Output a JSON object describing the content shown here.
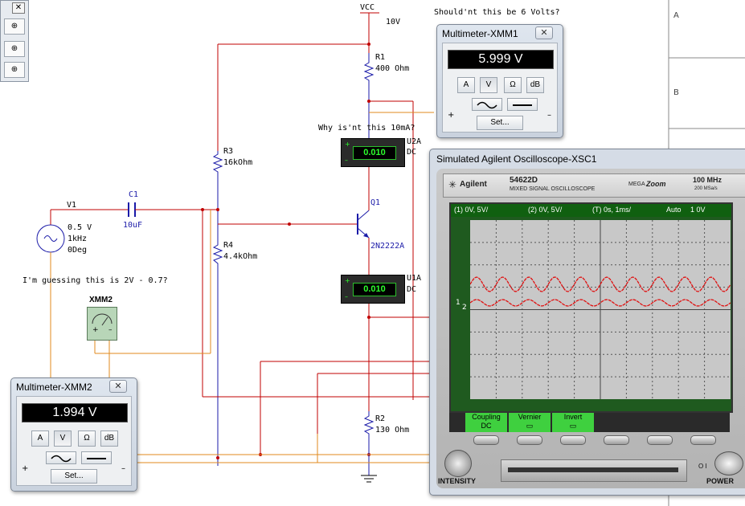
{
  "schematic": {
    "vcc_label": "VCC",
    "vcc_value": "10V",
    "r1_name": "R1",
    "r1_value": "400 Ohm",
    "r2_name": "R2",
    "r2_value": "130 Ohm",
    "r3_name": "R3",
    "r3_value": "16kOhm",
    "r4_name": "R4",
    "r4_value": "4.4kOhm",
    "c1_name": "C1",
    "c1_value": "10uF",
    "v1_name": "V1",
    "v1_amp": "0.5 V",
    "v1_freq": "1kHz",
    "v1_phase": "0Deg",
    "q1_name": "Q1",
    "q1_model": "2N2222A",
    "u2a_name": "U2A",
    "u2a_mode": "DC",
    "u1a_name": "U1A",
    "u1a_mode": "DC",
    "xmm2_name": "XMM2",
    "sheet_row_a": "A",
    "sheet_row_b": "B"
  },
  "annotations": {
    "note_6v": "Should'nt this be 6 Volts?",
    "note_10ma": "Why is'nt this 10mA?",
    "note_2v": "I'm guessing this is 2V - 0.7?"
  },
  "ammeters": {
    "u2a_reading": "0.010",
    "u1a_reading": "0.010"
  },
  "multimeter_xmm1": {
    "title": "Multimeter-XMM1",
    "reading": "5.999 V",
    "btn_a": "A",
    "btn_v": "V",
    "btn_ohm": "Ω",
    "btn_db": "dB",
    "set_label": "Set...",
    "plus": "+",
    "minus": "–"
  },
  "multimeter_xmm2": {
    "title": "Multimeter-XMM2",
    "reading": "1.994 V",
    "btn_a": "A",
    "btn_v": "V",
    "btn_ohm": "Ω",
    "btn_db": "dB",
    "set_label": "Set...",
    "plus": "+",
    "minus": "–"
  },
  "oscilloscope": {
    "title": "Simulated Agilent Oscilloscope-XSC1",
    "brand": "Agilent",
    "model": "54622D",
    "model_sub": "MIXED SIGNAL OSCILLOSCOPE",
    "zoom_logo_a": "MEGA",
    "zoom_logo_b": "Zoom",
    "bandwidth": "100 MHz",
    "sample_rate": "200 MSa/s",
    "ch1": "(1) 0V, 5V/",
    "ch2": "(2) 0V, 5V/",
    "timebase": "(T) 0s, 1ms/",
    "trigger_mode": "Auto",
    "trigger_level": "1  0V",
    "softkey_coupling_label": "Coupling",
    "softkey_coupling_value": "DC",
    "softkey_vernier": "Vernier",
    "softkey_invert": "Invert",
    "intensity_label": "INTENSITY",
    "power_label": "POWER",
    "power_io": "O  I",
    "trace_color": "#e01010"
  },
  "colors": {
    "wire_red": "#c00000",
    "wire_orange": "#e08a1c",
    "component_blue": "#1a1aa8"
  }
}
